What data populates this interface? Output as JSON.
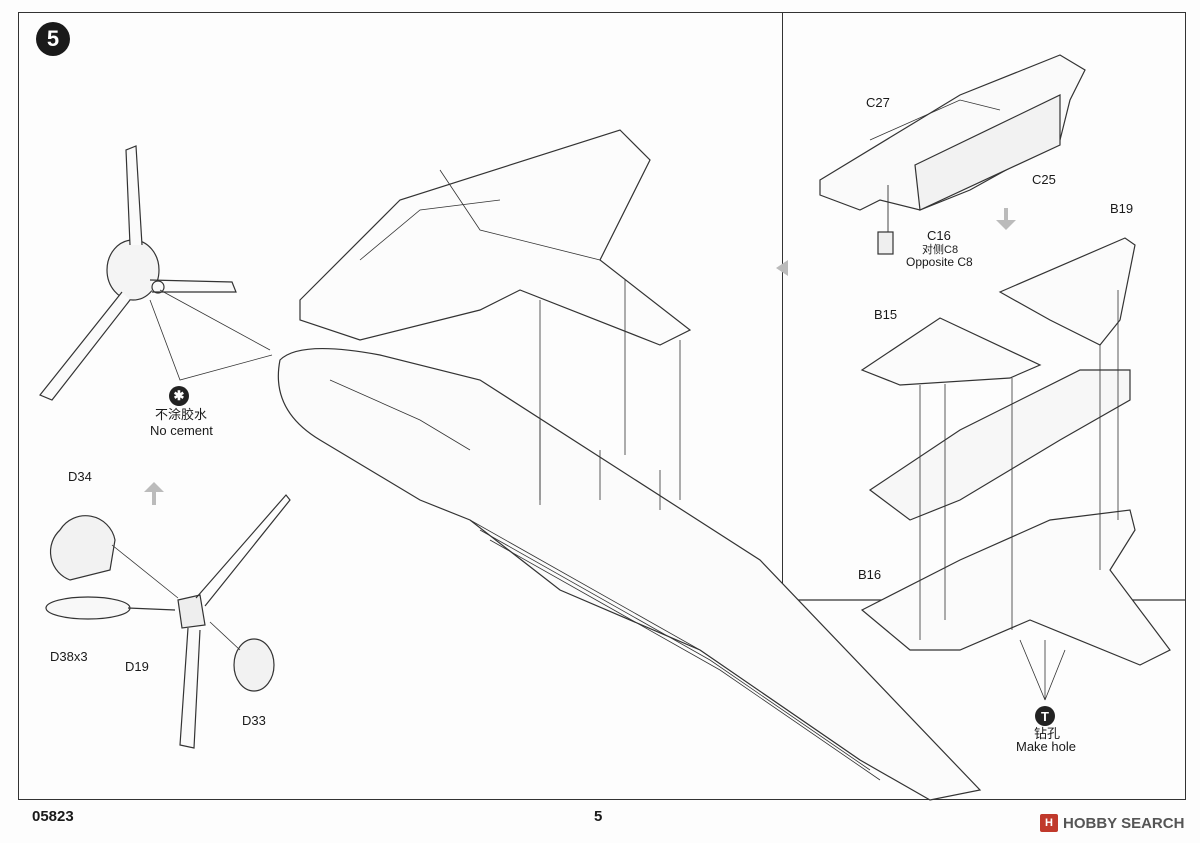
{
  "step": {
    "number": "5"
  },
  "propeller_note": {
    "zh": "不涂胶水",
    "en": "No cement",
    "icon": "no-cement-icon"
  },
  "part_labels": {
    "d34": "D34",
    "d38": "D38x3",
    "d19": "D19",
    "d33": "D33",
    "c27": "C27",
    "c25": "C25",
    "c16": "C16",
    "c16_zh": "对侧C8",
    "c16_en": "Opposite C8",
    "b19": "B19",
    "b15": "B15",
    "b16": "B16"
  },
  "hole_note": {
    "zh": "钻孔",
    "en": "Make hole",
    "icon": "drill-icon"
  },
  "footer": {
    "code": "05823",
    "page": "5"
  },
  "watermark": {
    "logo": "H",
    "text": "HOBBY SEARCH"
  }
}
